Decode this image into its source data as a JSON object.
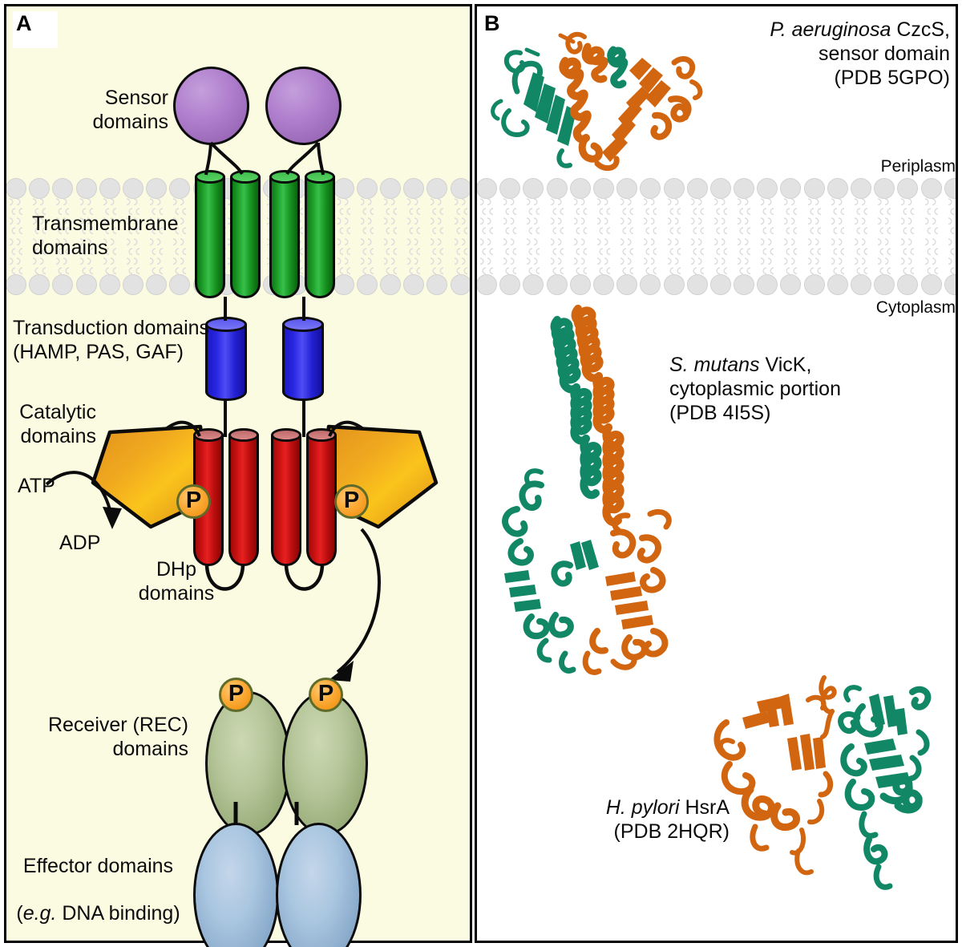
{
  "figure": {
    "panel_a_letter": "A",
    "panel_b_letter": "B"
  },
  "panel_a": {
    "background_color": "#fbfbe2",
    "labels": {
      "sensor": "Sensor\ndomains",
      "transmembrane": "Transmembrane\ndomains",
      "transduction": "Transduction domains\n(HAMP, PAS, GAF)",
      "catalytic": "Catalytic\ndomains",
      "atp": "ATP",
      "adp": "ADP",
      "dhp": "DHp\ndomains",
      "receiver": "Receiver (REC)\ndomains",
      "effector_line1": "Effector domains",
      "effector_line2_italic": "e.g.",
      "effector_line2_rest": " DNA binding)"
    },
    "colors": {
      "sensor_domain": "#b07fcd",
      "transmembrane_domain": "#1d9e28",
      "transduction_domain": "#2a28e0",
      "catalytic_domain": "#f0a71f",
      "dhp_domain": "#c61111",
      "receiver_domain": "#b7c79b",
      "effector_domain": "#aac6e0",
      "phosphate_badge": "#fbaa36",
      "membrane_lipid": "#e2e2e2"
    },
    "phosphate_label": "P",
    "phosphate_count": 4
  },
  "panel_b": {
    "background_color": "#ffffff",
    "compartments": {
      "periplasm": "Periplasm",
      "cytoplasm": "Cytoplasm"
    },
    "structures": [
      {
        "organism": "P. aeruginosa",
        "protein": " CzcS,",
        "description": "sensor domain",
        "pdb": "(PDB 5GPO)"
      },
      {
        "organism": "S. mutans",
        "protein": " VicK,",
        "description": "cytoplasmic portion",
        "pdb": "(PDB 4I5S)"
      },
      {
        "organism": "H. pylori",
        "protein": " HsrA",
        "description": "",
        "pdb": "(PDB 2HQR)"
      }
    ],
    "ribbon_colors": {
      "chain_a": "#d2650f",
      "chain_b": "#128766"
    }
  }
}
